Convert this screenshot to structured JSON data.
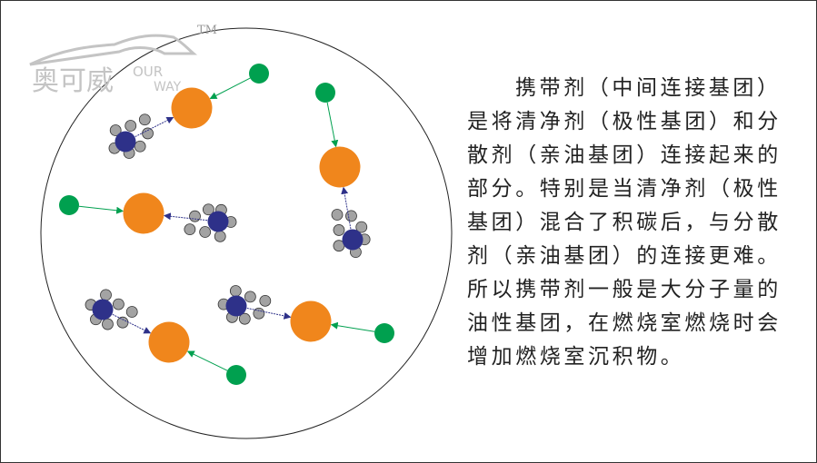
{
  "logo": {
    "chinese": "奥可威",
    "english_top": "OUR",
    "english_bottom": "WAY",
    "trademark": "TM"
  },
  "colors": {
    "orange": "#f0861c",
    "green": "#00a04f",
    "navy": "#2e3189",
    "gray": "#a3a3a3",
    "logo": "#c4c4c4"
  },
  "description": {
    "lines": [
      "携带剂（中间连接基团）",
      "是将清净剂（极性基团）和分",
      "散剂（亲油基团）连接起来的",
      "部分。特别是当清净剂（极性",
      "基团）混合了积碳后，与分散",
      "剂（亲油基团）的连接更难。",
      "所以携带剂一般是大分子量的",
      "油性基团，在燃烧室燃烧时会",
      "增加燃烧室沉积物。"
    ]
  }
}
